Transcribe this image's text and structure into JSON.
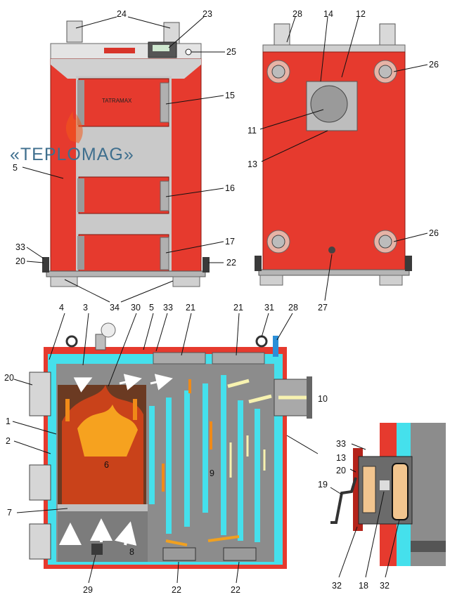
{
  "watermark": {
    "text": "«TEPLOMAG»"
  },
  "brand": {
    "plate": "TATRAMAX"
  },
  "callouts": {
    "front": {
      "c24": "24",
      "c23": "23",
      "c25": "25",
      "c15": "15",
      "c5": "5",
      "c16": "16",
      "c17": "17",
      "c33": "33",
      "c20": "20",
      "c22": "22",
      "c34": "34"
    },
    "back": {
      "c28": "28",
      "c14": "14",
      "c12": "12",
      "c26a": "26",
      "c11": "11",
      "c13": "13",
      "c26b": "26",
      "c27": "27"
    },
    "section": {
      "c4": "4",
      "c3": "3",
      "c30": "30",
      "c5": "5",
      "c33": "33",
      "c21a": "21",
      "c21b": "21",
      "c31": "31",
      "c28": "28",
      "c20": "20",
      "c1": "1",
      "c2": "2",
      "c6": "6",
      "c9": "9",
      "c10": "10",
      "c7": "7",
      "c8": "8",
      "c29": "29",
      "c22a": "22",
      "c22b": "22"
    },
    "detail": {
      "c33": "33",
      "c13": "13",
      "c20": "20",
      "c19": "19",
      "c32a": "32",
      "c18": "18",
      "c32b": "32"
    }
  },
  "colors": {
    "body_red": "#e63a2e",
    "steel_grey": "#8c8c8c",
    "water_jacket": "#45e0ec",
    "flame": "#f08a18"
  }
}
